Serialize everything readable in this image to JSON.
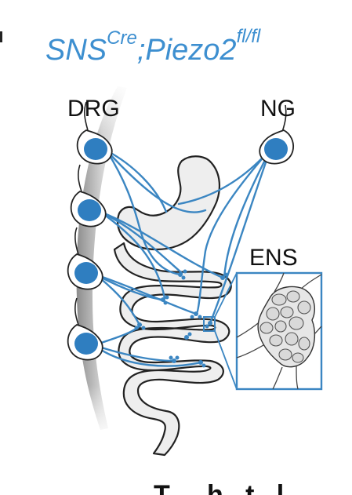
{
  "figure": {
    "title": {
      "main": "SNS",
      "sup_cre": "Cre",
      "separator": ";Piezo2",
      "sup_flfl": "fl/fl"
    },
    "labels": {
      "drg": "DRG",
      "ng": "NG",
      "ens": "ENS",
      "bottom_partial": "T     h   t   l"
    },
    "colors": {
      "neuron_blue": "#2f7ec0",
      "fiber_blue": "#3b86c2",
      "title_blue": "#3d8fd0",
      "organ_fill": "#eeeeee",
      "organ_stroke": "#222222",
      "spine_gray": "#b9b9b9",
      "glia_fill": "#d9d9d9"
    },
    "structures": [
      "dorsal-root-ganglia",
      "nodose-ganglion",
      "stomach",
      "intestine",
      "enteric-nervous-system-inset",
      "spinal-column"
    ]
  }
}
